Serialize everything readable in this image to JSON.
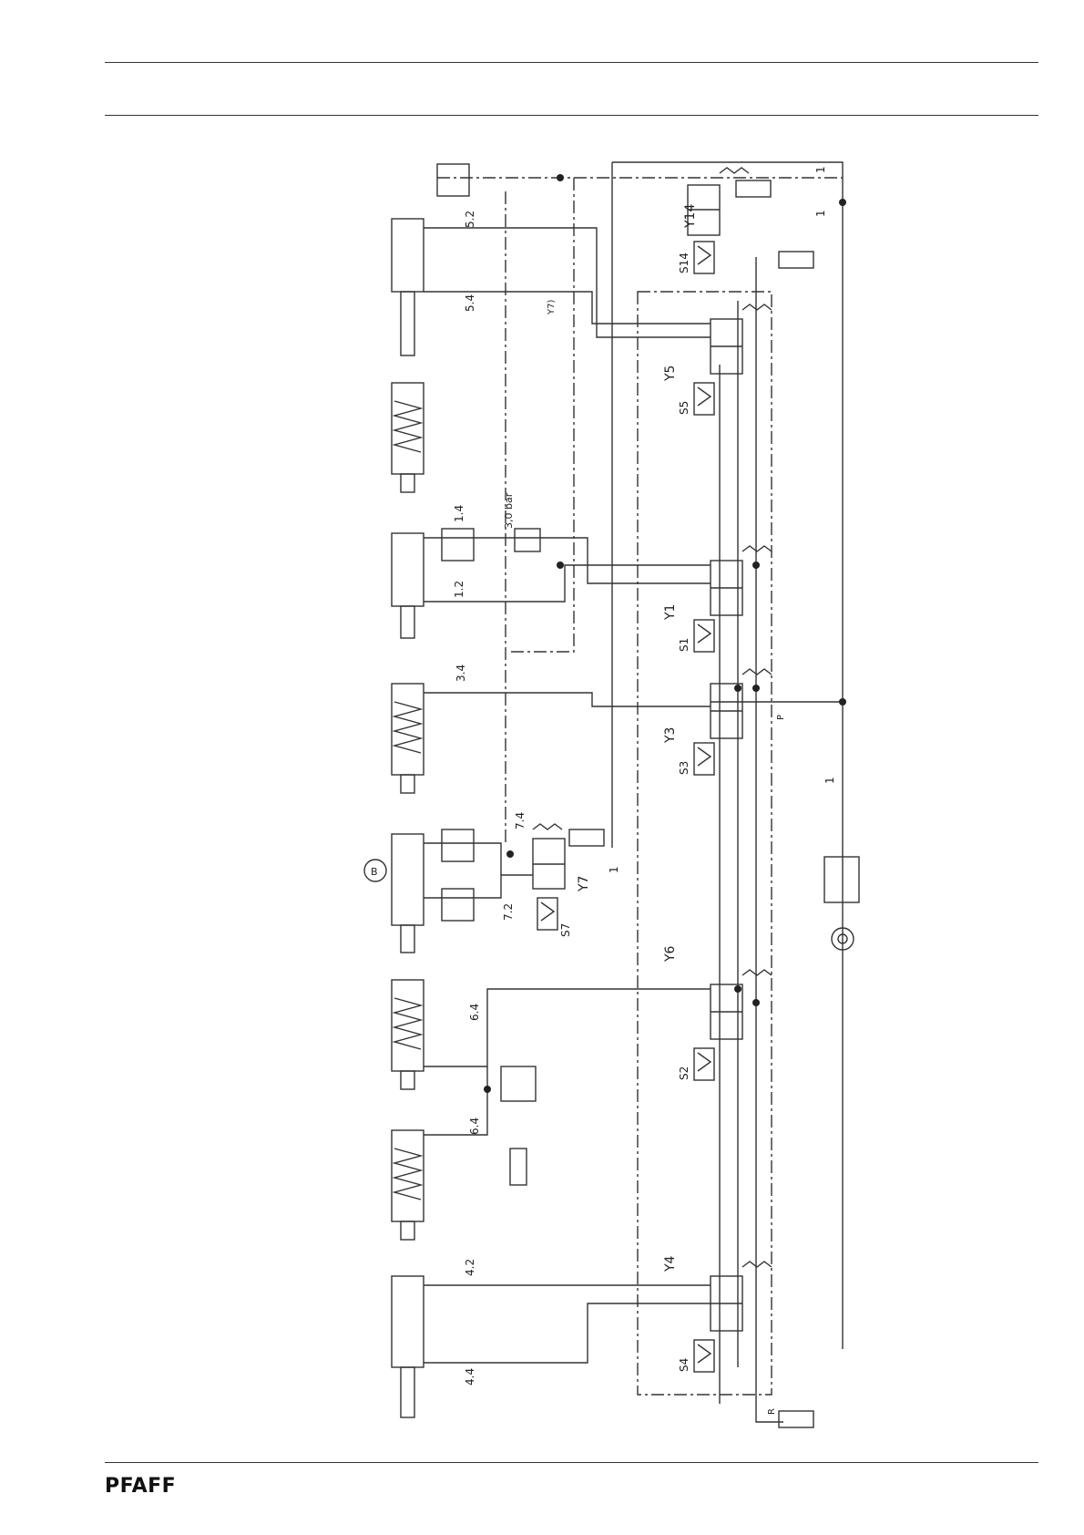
{
  "footer": {
    "brand": "PFAFF"
  },
  "valves": [
    {
      "id": "Y14",
      "solenoid": "S14"
    },
    {
      "id": "Y5",
      "solenoid": "S5"
    },
    {
      "id": "Y1",
      "solenoid": "S1"
    },
    {
      "id": "Y3",
      "solenoid": "S3"
    },
    {
      "id": "Y7",
      "solenoid": "S7"
    },
    {
      "id": "Y6",
      "solenoid": "S2"
    },
    {
      "id": "Y4",
      "solenoid": "S4"
    }
  ],
  "line_labels": {
    "l52": "5.2",
    "l54": "5.4",
    "l_y7": "Y7)",
    "l14": "1.4",
    "l12": "1.2",
    "l30bar": "3,0 bar",
    "l34": "3.4",
    "l74": "7.4",
    "l72": "7.2",
    "l64a": "6.4",
    "l64b": "6.4",
    "l42": "4.2",
    "l44": "4.4",
    "one_a": "1",
    "one_b": "1",
    "one_c": "1",
    "one_d": "1",
    "p": "P",
    "r": "R",
    "b": "B"
  }
}
